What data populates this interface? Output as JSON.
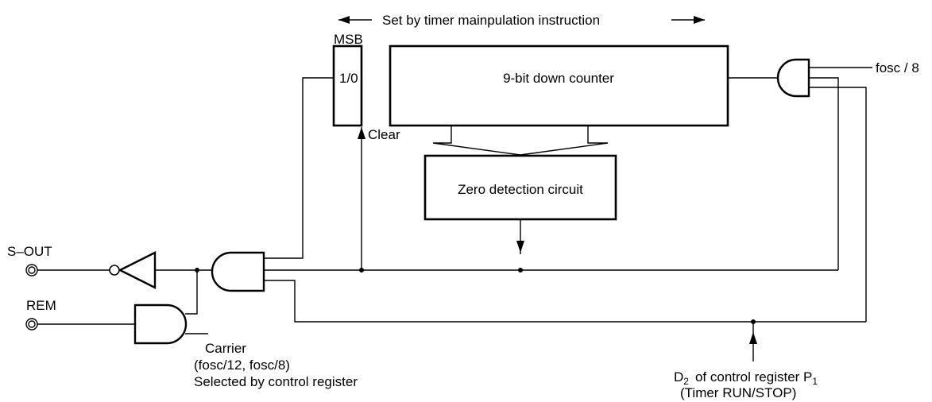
{
  "header": {
    "instruction_label": "Set by timer mainpulation instruction"
  },
  "msb": {
    "title": "MSB",
    "bit_value": "1/0"
  },
  "counter": {
    "label": "9-bit down counter"
  },
  "zero_detection": {
    "label": "Zero detection circuit"
  },
  "clear_label": "Clear",
  "clock_label": "fosc / 8",
  "ports": {
    "s_out": "S–OUT",
    "rem": "REM"
  },
  "carrier": {
    "line1": "Carrier",
    "line2": "(fosc/12, fosc/8)",
    "line3": "Selected by control register"
  },
  "control": {
    "d2_main": "D",
    "d2_sub": "2",
    "text": "of control register P",
    "p_sub": "1",
    "line2": "(Timer RUN/STOP)"
  }
}
